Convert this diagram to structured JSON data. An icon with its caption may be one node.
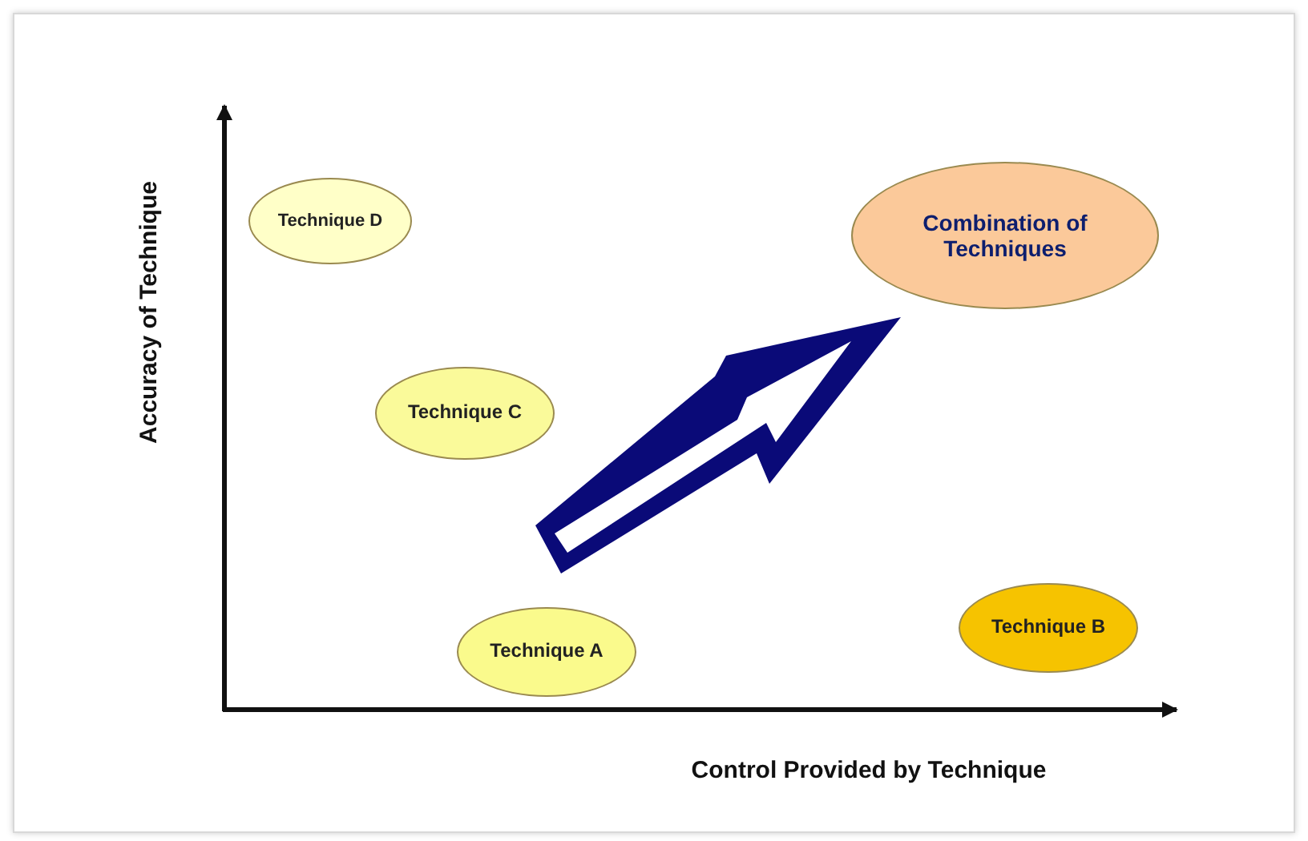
{
  "diagram": {
    "nodes": [
      {
        "text": [
          "Technique D"
        ]
      },
      {
        "text": [
          "Combination of Techniques"
        ]
      },
      {
        "text": [
          "Technique C"
        ]
      },
      {
        "text": [
          "Technique A"
        ]
      },
      {
        "text": [
          "Technique B"
        ]
      }
    ],
    "labels": [
      "Accuracy of Technique",
      "Control Provided by Technique"
    ]
  }
}
